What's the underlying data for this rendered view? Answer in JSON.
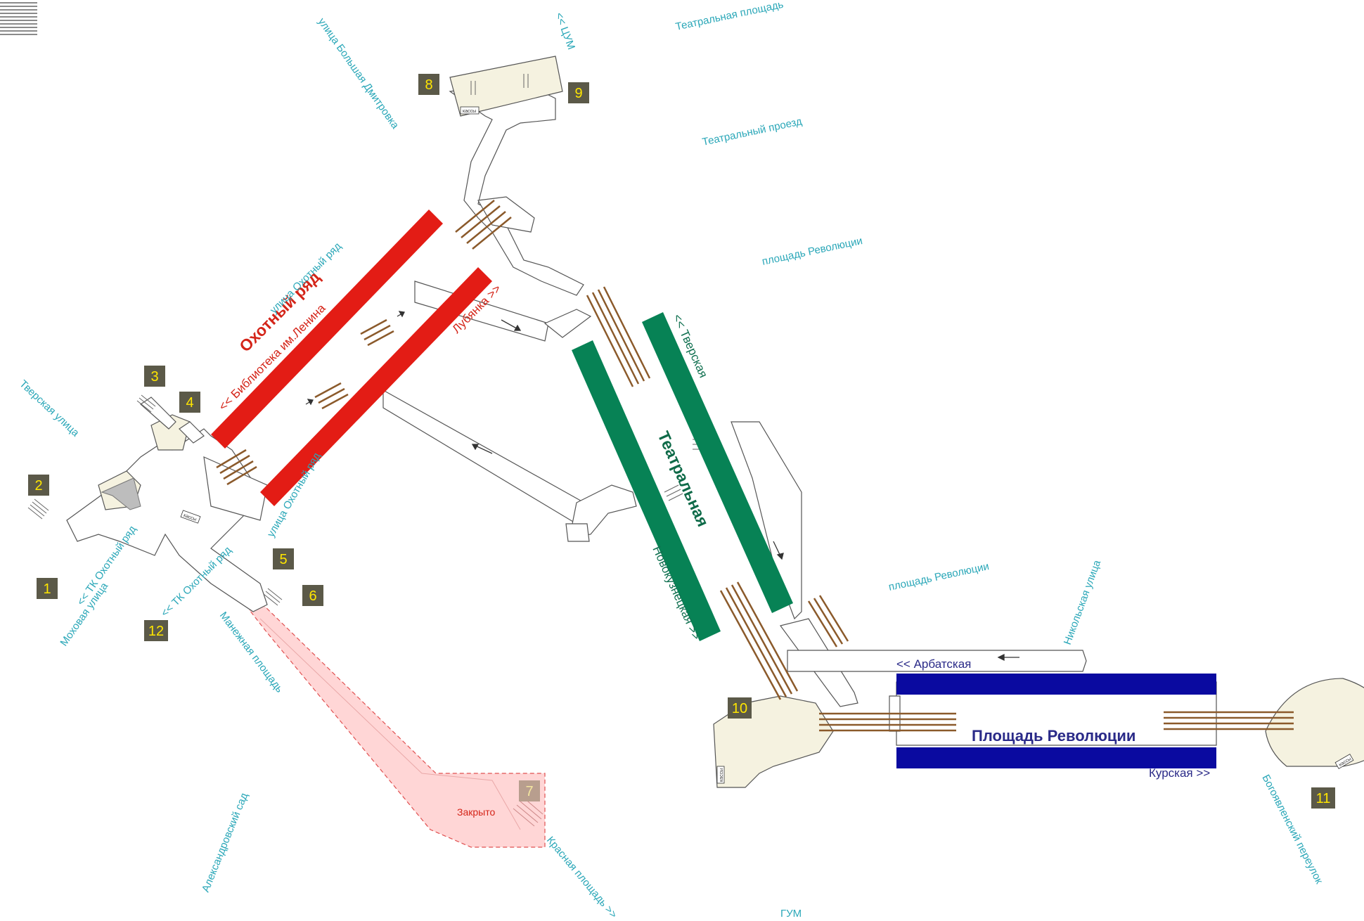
{
  "colors": {
    "okhotny_ryad_line": "#e31c15",
    "teatralnaya_line": "#078255",
    "ploshchad_revolyutsii_line": "#0a0aa0",
    "street_label": "#2aa7b8",
    "exit_badge": "#5b5948",
    "exit_number": "#ffe600",
    "escalator": "#8b5a2b",
    "closed_zone": "#ffd6d6"
  },
  "stations": {
    "okhotny_ryad": "Охотный ряд",
    "teatralnaya": "Театральная",
    "ploshchad_revolyutsii": "Площадь Революции"
  },
  "directions": {
    "biblioteka": "<< Библиотека им.Ленина",
    "lubyanka": "Лубянка >>",
    "tverskaya": "<< Тверская",
    "novokuznetskaya": "Новокузнецкая >>",
    "arbatskaya": "<< Арбатская",
    "kurskaya": "Курская >>"
  },
  "streets": {
    "tsum": "<< ЦУМ",
    "teatralnaya_ploshchad": "Театральная площадь",
    "bolshaya_dmitrovka": "улица Большая Дмитровка",
    "teatralny_proezd": "Театральный проезд",
    "ploshchad_revolyutsii_1": "площадь Революции",
    "okhotny_ryad_1": "улица Охотный ряд",
    "okhotny_ryad_2": "улица Охотный ряд",
    "tverskaya_ulitsa": "Тверская улица",
    "tk_okhotny_ryad_1": "<< ТК Охотный ряд",
    "tk_okhotny_ryad_2": "<< ТК Охотный ряд",
    "mokhovaya": "Моховая улица",
    "manezhnaya": "Манежная площадь",
    "ploshchad_revolyutsii_2": "площадь Революции",
    "nikolskaya": "Никольская улица",
    "bogoyavlensky": "Богоявленский переулок",
    "aleksandrovsky_sad": "Александровский сад",
    "krasnaya_ploshchad": "Красная площадь >>",
    "gum": "ГУМ"
  },
  "exits": [
    "1",
    "2",
    "3",
    "4",
    "5",
    "6",
    "7",
    "8",
    "9",
    "10",
    "11",
    "12"
  ],
  "closed_label": "Закрыто",
  "cashier_label": "кассы",
  "icons": [
    "menu-icon",
    "direction-arrow-icon",
    "escalator-icon",
    "stairs-icon"
  ]
}
